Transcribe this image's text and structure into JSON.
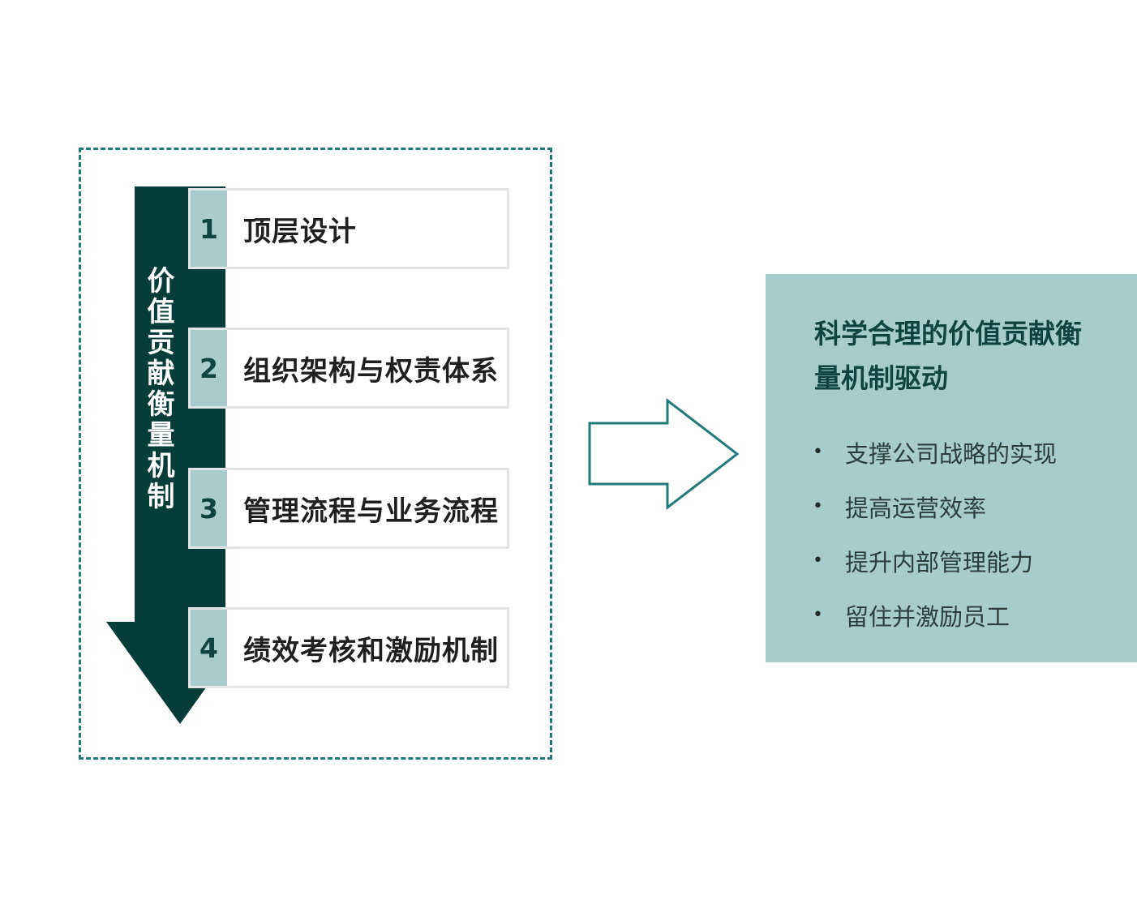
{
  "mechanism": {
    "vertical_label": "价值贡献衡量机制",
    "steps": [
      {
        "number": "1",
        "label": "顶层设计"
      },
      {
        "number": "2",
        "label": "组织架构与权责体系"
      },
      {
        "number": "3",
        "label": "管理流程与业务流程"
      },
      {
        "number": "4",
        "label": "绩效考核和激励机制"
      }
    ]
  },
  "result": {
    "title": "科学合理的价值贡献衡量机制驱动",
    "items": [
      "支撑公司战略的实现",
      "提高运营效率",
      "提升内部管理能力",
      "留住并激励员工"
    ]
  },
  "colors": {
    "arrow_dark": "#063d3b",
    "number_bg": "#a9cdcc",
    "panel_bg": "#a6cdcb",
    "frame_dash": "#1f7a78",
    "hollow_arrow": "#1f7a78"
  }
}
